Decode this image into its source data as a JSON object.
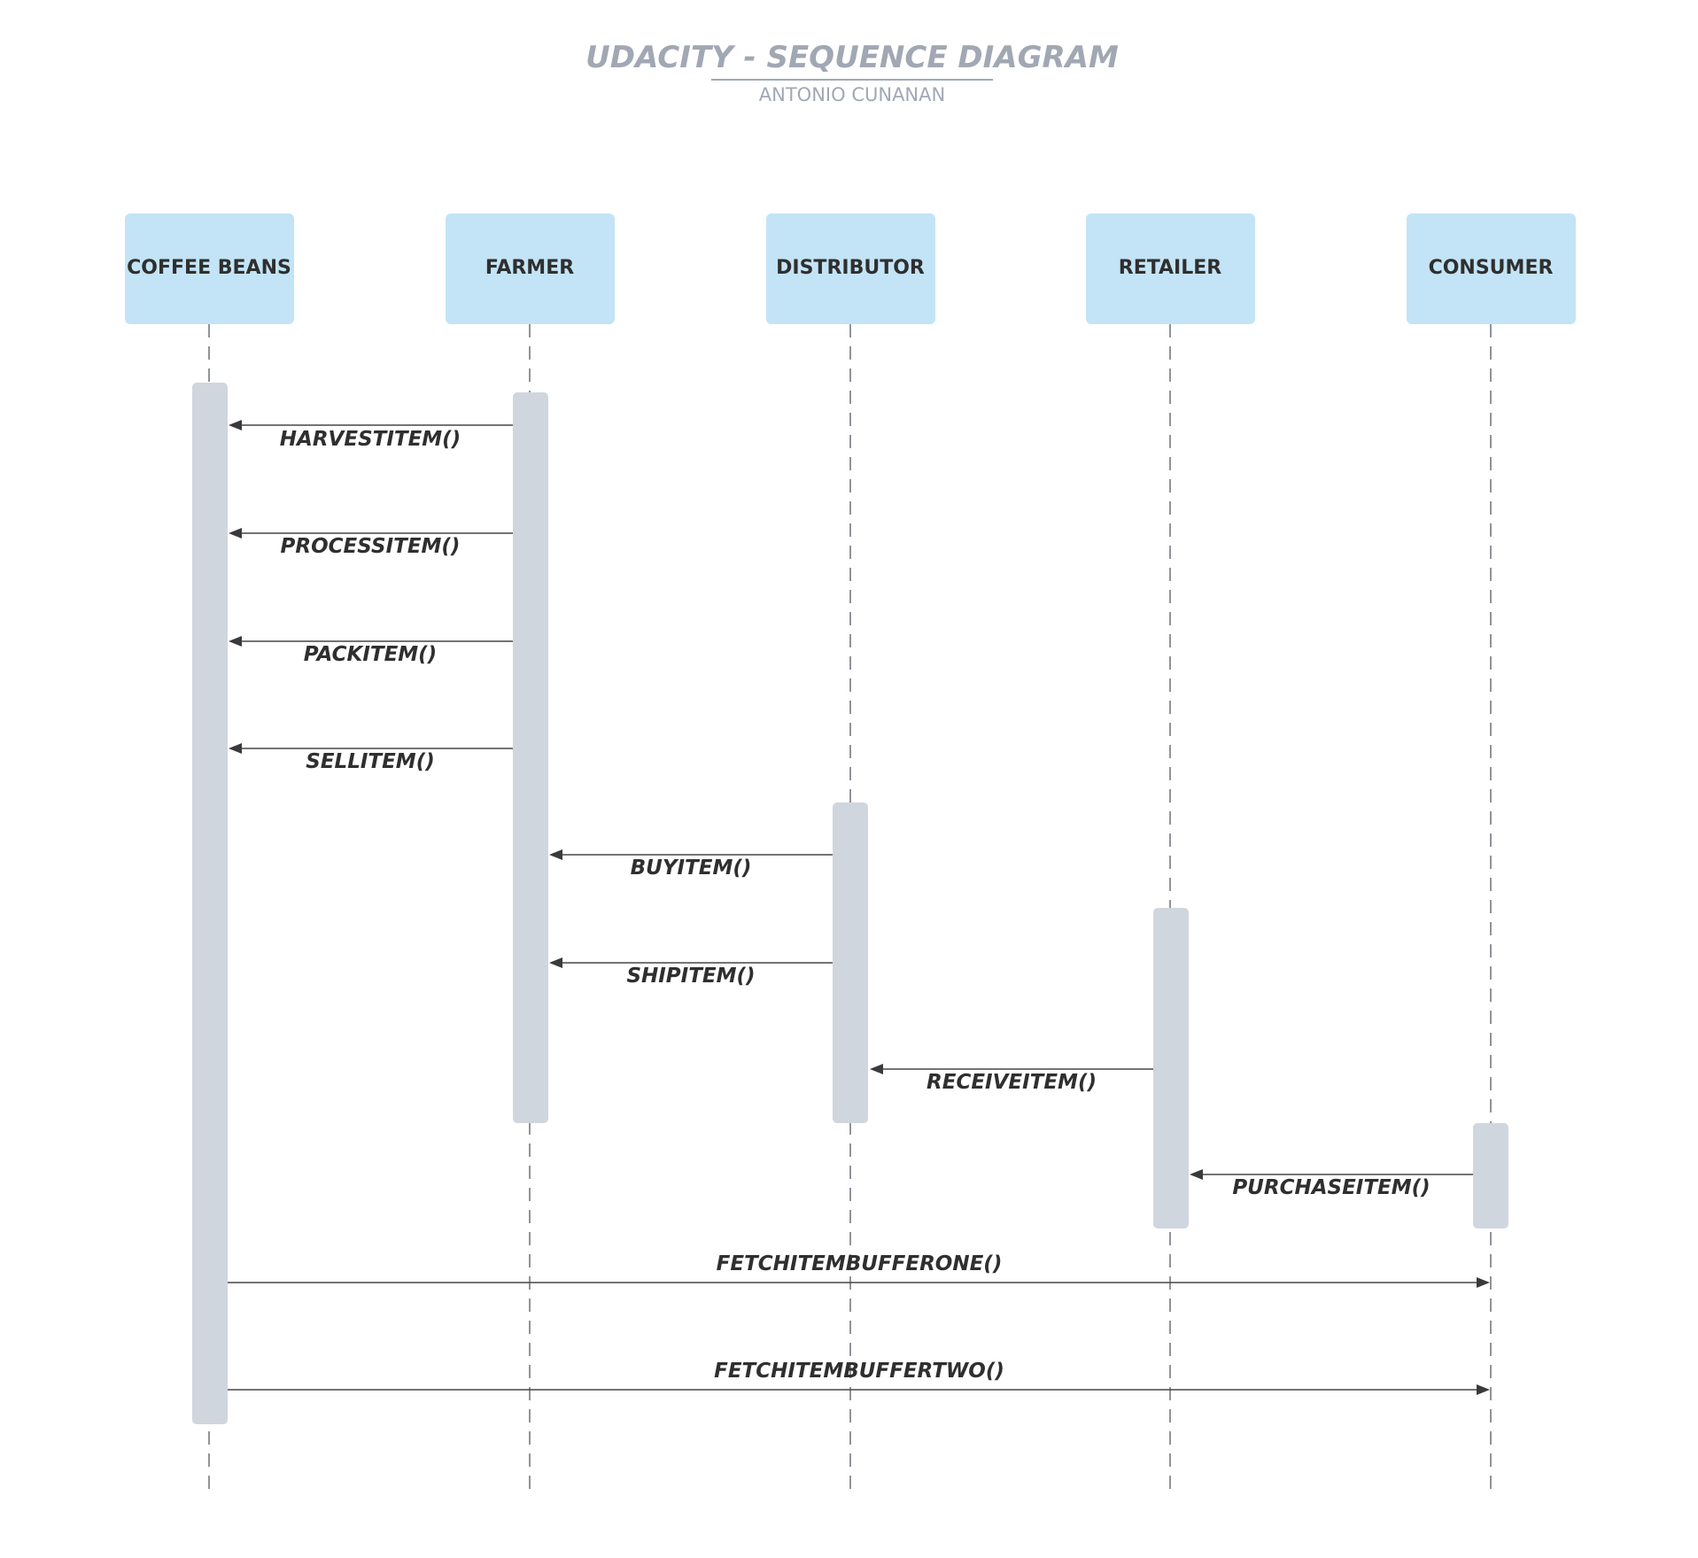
{
  "header": {
    "title": "UDACITY - SEQUENCE DIAGRAM",
    "subtitle": "ANTONIO CUNANAN"
  },
  "participants": [
    {
      "id": "coffee-beans",
      "label": "COFFEE BEANS"
    },
    {
      "id": "farmer",
      "label": "FARMER"
    },
    {
      "id": "distributor",
      "label": "DISTRIBUTOR"
    },
    {
      "id": "retailer",
      "label": "RETAILER"
    },
    {
      "id": "consumer",
      "label": "CONSUMER"
    }
  ],
  "messages": [
    {
      "from": "farmer",
      "to": "coffee-beans",
      "label": "HARVESTITEM()"
    },
    {
      "from": "farmer",
      "to": "coffee-beans",
      "label": "PROCESSITEM()"
    },
    {
      "from": "farmer",
      "to": "coffee-beans",
      "label": "PACKITEM()"
    },
    {
      "from": "farmer",
      "to": "coffee-beans",
      "label": "SELLITEM()"
    },
    {
      "from": "distributor",
      "to": "farmer",
      "label": "BUYITEM()"
    },
    {
      "from": "distributor",
      "to": "farmer",
      "label": "SHIPITEM()"
    },
    {
      "from": "retailer",
      "to": "distributor",
      "label": "RECEIVEITEM()"
    },
    {
      "from": "consumer",
      "to": "retailer",
      "label": "PURCHASEITEM()"
    },
    {
      "from": "coffee-beans",
      "to": "consumer",
      "label": "FETCHITEMBUFFERONE()"
    },
    {
      "from": "coffee-beans",
      "to": "consumer",
      "label": "FETCHITEMBUFFERTWO()"
    }
  ],
  "colors": {
    "participant_fill": "#c3e4f6",
    "activation_fill": "#cfd6de",
    "title": "#a1a8b4",
    "text": "#2f2f2f"
  }
}
